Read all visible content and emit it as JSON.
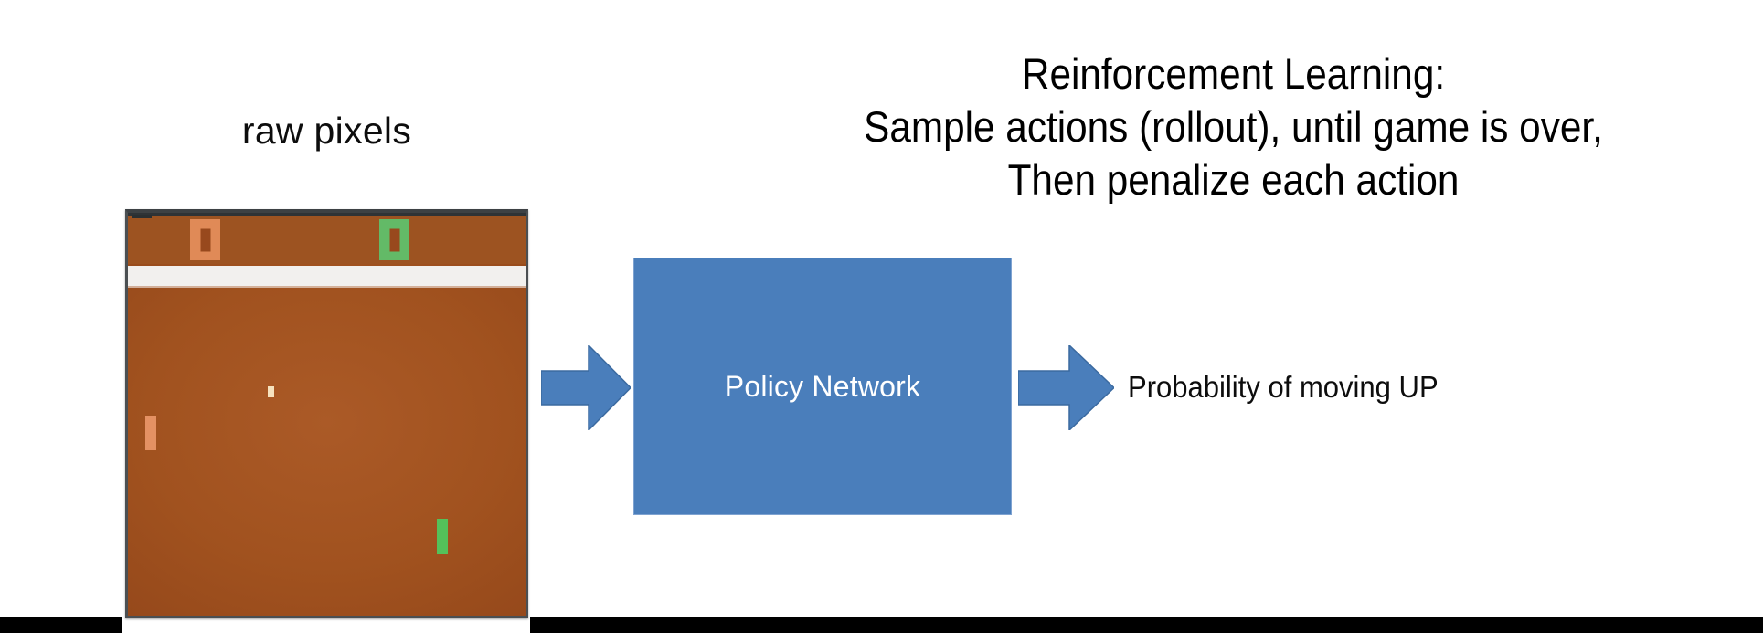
{
  "slide": {
    "background_color": "#ffffff",
    "headline_lines": [
      "Reinforcement Learning:",
      "Sample actions (rollout), until game is over,",
      "Then penalize each action"
    ]
  },
  "input_panel": {
    "caption": "raw pixels",
    "game": {
      "name": "pong",
      "background_color": "#a1521f",
      "border_color": "#4b4f52",
      "wall_bar_color": "#f2f0ee",
      "score_left": {
        "value": "0",
        "color": "#e08a57"
      },
      "score_right": {
        "value": "0",
        "color": "#63ba67"
      },
      "paddle_left_color": "#e49163",
      "paddle_right_color": "#54c15a",
      "ball_color": "#f6e2be"
    }
  },
  "pipeline": {
    "input_arrow": {
      "label": "right-arrow",
      "color": "#4a7ebb"
    },
    "policy_box": {
      "label": "Policy Network",
      "fill_color": "#4a7ebb",
      "text_color": "#ffffff"
    },
    "output_arrow": {
      "label": "right-arrow",
      "color": "#4a7ebb"
    },
    "output_label": "Probability of moving UP"
  },
  "footer": {
    "bar_color": "#000000"
  }
}
